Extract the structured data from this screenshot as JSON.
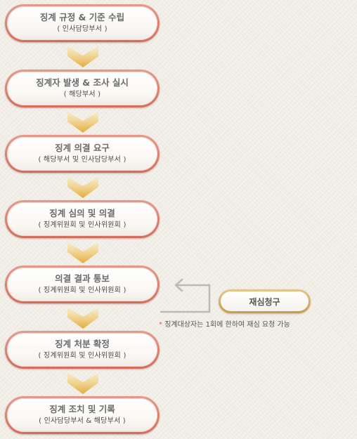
{
  "steps": [
    {
      "title": "징계 규정 & 기준 수립",
      "sub": "( 인사담당부서 )"
    },
    {
      "title": "징계자 발생 & 조사 실시",
      "sub": "( 해당부서 )"
    },
    {
      "title": "징계 의결 요구",
      "sub": "( 해당부서 및 인사담당부서 )"
    },
    {
      "title": "징계 심의 및 의결",
      "sub": "( 징계위원회 및 인사위원회 )"
    },
    {
      "title": "의결 결과 통보",
      "sub": "( 징계위원회 및 인사위원회 )"
    },
    {
      "title": "징계 처분 확정",
      "sub": "( 징계위원회 및 인사위원회 )"
    },
    {
      "title": "징계 조치 및 기록",
      "sub": "( 인사담당부서 & 해당부서 )"
    }
  ],
  "appeal": {
    "label": "재심청구",
    "note_mark": "*",
    "note": "징계대상자는 1회에 한하여 재심 요청 가능"
  },
  "colors": {
    "step_border": "#d26d5c",
    "arrow": "#e8b84a",
    "appeal_border": "#c99a48",
    "connector": "#b9b9b9"
  }
}
